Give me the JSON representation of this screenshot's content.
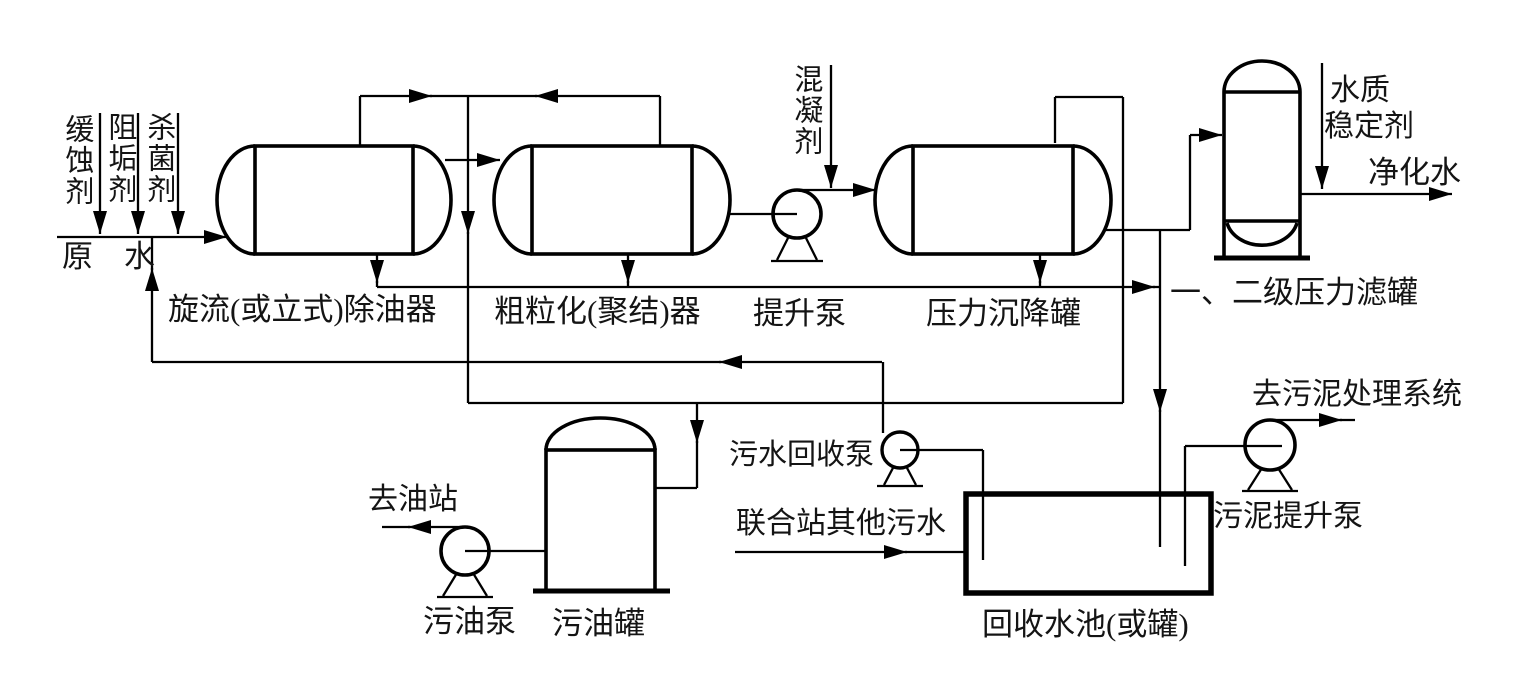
{
  "colors": {
    "line": "#000000",
    "background": "#ffffff",
    "text": "#141414"
  },
  "labels": {
    "corrosion_inhibitor": "缓蚀剂",
    "scale_inhibitor": "阻垢剂",
    "bactericide": "杀菌剂",
    "raw_water": "原　水",
    "oil_remover": "旋流(或立式)除油器",
    "coalescer": "粗粒化(聚结)器",
    "lift_pump": "提升泵",
    "coagulant": "混凝剂",
    "pressure_settling_tank": "压力沉降罐",
    "pressure_filter": "一、二级压力滤罐",
    "water_stabilizer_line1": "水质",
    "water_stabilizer_line2": "稳定剂",
    "purified_water": "净化水",
    "sewage_recovery_pump": "污水回收泵",
    "station_other_sewage": "联合站其他污水",
    "recovery_pool": "回收水池(或罐)",
    "to_sludge_treatment": "去污泥处理系统",
    "sludge_lift_pump": "污泥提升泵",
    "to_oil_station": "去油站",
    "waste_oil_pump": "污油泵",
    "waste_oil_tank": "污油罐"
  }
}
